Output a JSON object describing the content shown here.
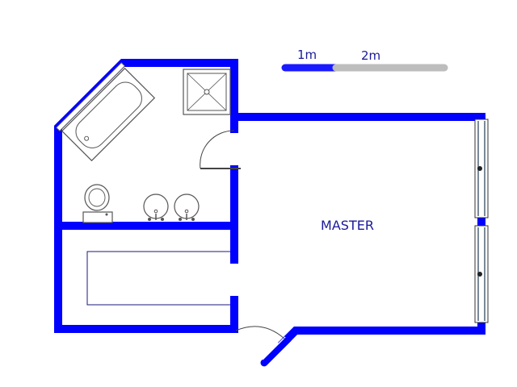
{
  "scale_bar": {
    "label_1": "1m",
    "label_2": "2m",
    "color_filled": "#1a1aff",
    "color_rest": "#bdbdbd"
  },
  "rooms": [
    {
      "name": "MASTER"
    }
  ],
  "colors": {
    "wall": "#0000ff",
    "label": "#1a1a99",
    "fixture": "#555555",
    "window": "#7a8a9a"
  }
}
